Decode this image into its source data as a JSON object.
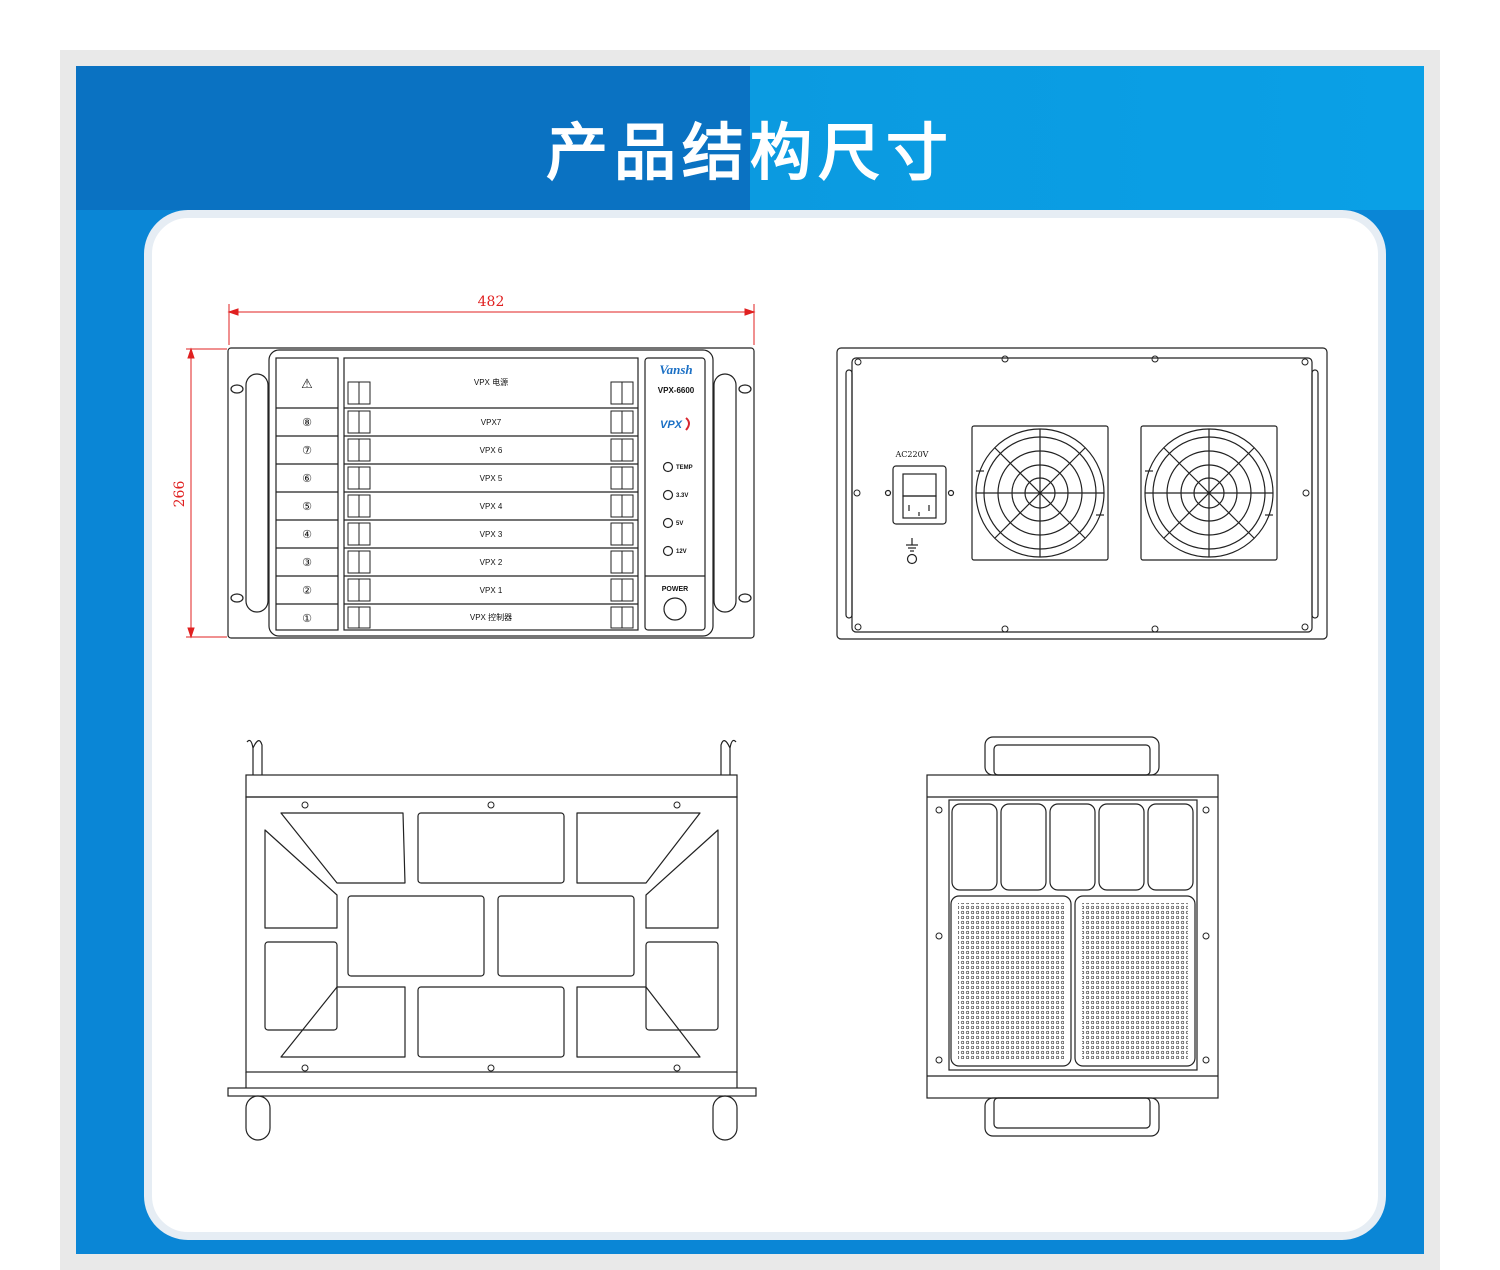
{
  "title": "产品结构尺寸",
  "dimensions": {
    "width": "482",
    "height": "266"
  },
  "front_view": {
    "left_panel": {
      "warning_symbol": "⚠",
      "slot_numbers": [
        "⑧",
        "⑦",
        "⑥",
        "⑤",
        "④",
        "③",
        "②",
        "①"
      ]
    },
    "slots": [
      "VPX 电源",
      "VPX7",
      "VPX 6",
      "VPX 5",
      "VPX 4",
      "VPX 3",
      "VPX 2",
      "VPX 1",
      "VPX 控制器"
    ],
    "brand": "Vansh",
    "model": "VPX-6600",
    "logo": "VPX",
    "indicators": [
      "TEMP",
      "3.3V",
      "5V",
      "12V"
    ],
    "power_label": "POWER"
  },
  "rear_view": {
    "power_input_label": "AC220V"
  },
  "colors": {
    "band_left": "#0a72c2",
    "band_right": "#0b9ae0",
    "dimension": "#e02020",
    "brand": "#1a6fc4",
    "logo_red": "#d8262e"
  }
}
